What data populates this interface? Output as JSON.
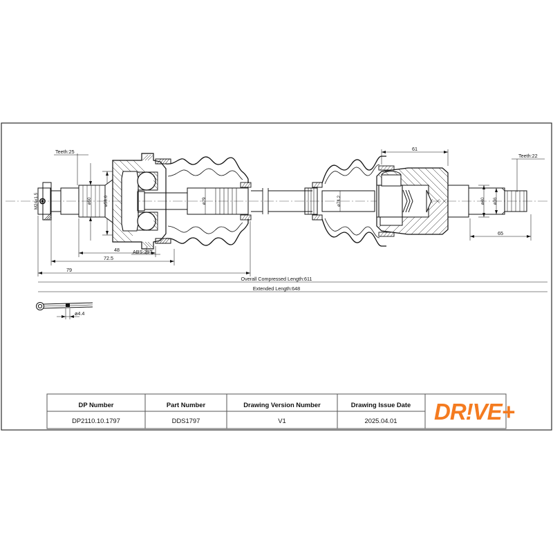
{
  "drawing": {
    "type": "engineering-drawing",
    "subject": "CV joint drive shaft assembly",
    "labels": {
      "teeth_left": "Teeth:25",
      "teeth_right": "Teeth:22",
      "thread_left": "M24x1.5",
      "abs_ring": "ABS:29T",
      "dia_60": "ø60",
      "dia_53_6": "ø53.6",
      "dia_79": "ø79",
      "dia_74_2": "ø74.2",
      "dia_40": "ø40",
      "dia_36": "ø36",
      "dia_4_4": "ø4.4",
      "len_48": "48",
      "len_72_5": "72.5",
      "len_79": "79",
      "len_61": "61",
      "len_65": "65",
      "overall_compressed": "Overall  Compressed  Length:611",
      "extended": "Extended  Length:648"
    }
  },
  "title_block": {
    "headers": [
      "DP Number",
      "Part Number",
      "Drawing Version Number",
      "Drawing Issue Date"
    ],
    "values": [
      "DP2110.10.1797",
      "DDS1797",
      "V1",
      "2025.04.01"
    ],
    "brand": "DR!VE+",
    "brand_color": "#F47B20"
  }
}
